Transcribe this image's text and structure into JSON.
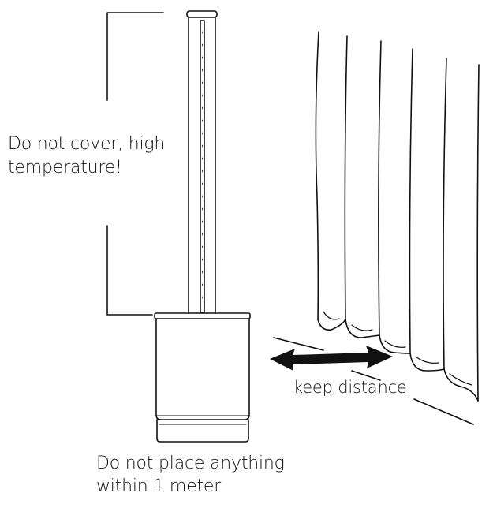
{
  "annotations": {
    "cover_warning": [
      "Do not cover, high",
      "temperature!"
    ],
    "distance_label": "keep distance",
    "placement_warning": [
      "Do not place anything",
      "within 1 meter"
    ]
  },
  "colors": {
    "ink": "#111111",
    "background": "#ffffff"
  },
  "icons": {
    "heater": "tower-heater-illustration",
    "curtain": "curtain-illustration",
    "arrow": "double-headed-arrow-icon"
  }
}
